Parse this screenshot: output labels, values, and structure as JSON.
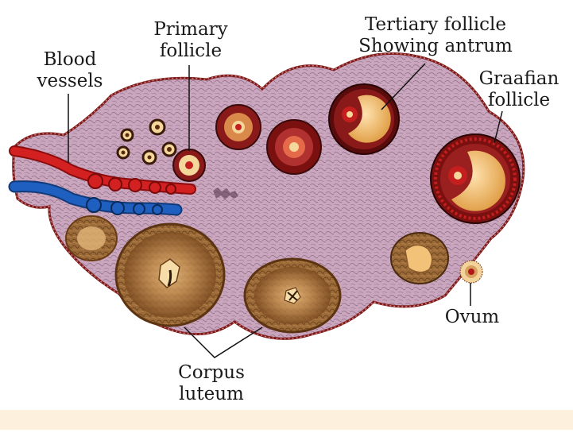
{
  "labels": {
    "blood_vessels": [
      "Blood",
      "vessels"
    ],
    "primary_follicle": [
      "Primary",
      "follicle"
    ],
    "tertiary_follicle": [
      "Tertiary follicle",
      "Showing antrum"
    ],
    "graafian_follicle": [
      "Graafian",
      "follicle"
    ],
    "ovum": "Ovum",
    "corpus_luteum": [
      "Corpus",
      "luteum"
    ]
  },
  "colors": {
    "stroma": "#c9a6bd",
    "follicle_ring": "#7a1010",
    "follicle_dot": "#c41e1e",
    "antrum": "#f2c278",
    "corpus": "#8a5a2c",
    "artery": "#d32020",
    "vein": "#1f5fbf"
  }
}
